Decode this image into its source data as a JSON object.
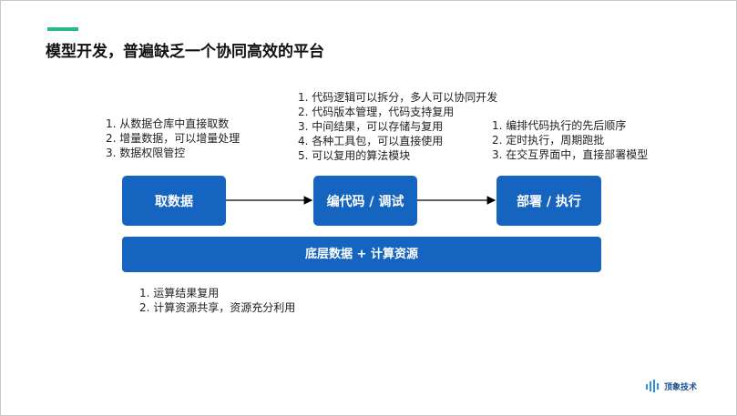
{
  "title": "模型开发，普遍缺乏一个协同高效的平台",
  "left_notes": [
    "1. 从数据仓库中直接取数",
    "2. 增量数据，可以增量处理",
    "3. 数据权限管控"
  ],
  "middle_notes": [
    "1. 代码逻辑可以拆分，多人可以协同开发",
    "2. 代码版本管理，代码支持复用",
    "3. 中间结果，可以存储与复用",
    "4. 各种工具包，可以直接使用",
    "5. 可以复用的算法模块"
  ],
  "right_notes": [
    "1. 编排代码执行的先后顺序",
    "2. 定时执行，周期跑批",
    "3. 在交互界面中，直接部署模型"
  ],
  "bottom_notes": [
    "1. 运算结果复用",
    "2. 计算资源共享，资源充分利用"
  ],
  "boxes": {
    "fetch": "取数据",
    "code": "编代码 / 调试",
    "deploy": "部署 / 执行",
    "base": "底层数据 + 计算资源"
  },
  "logo": {
    "text": "顶象技术"
  },
  "colors": {
    "box": "#1565c0",
    "accent": "#27b98c",
    "arrow": "#000000"
  }
}
